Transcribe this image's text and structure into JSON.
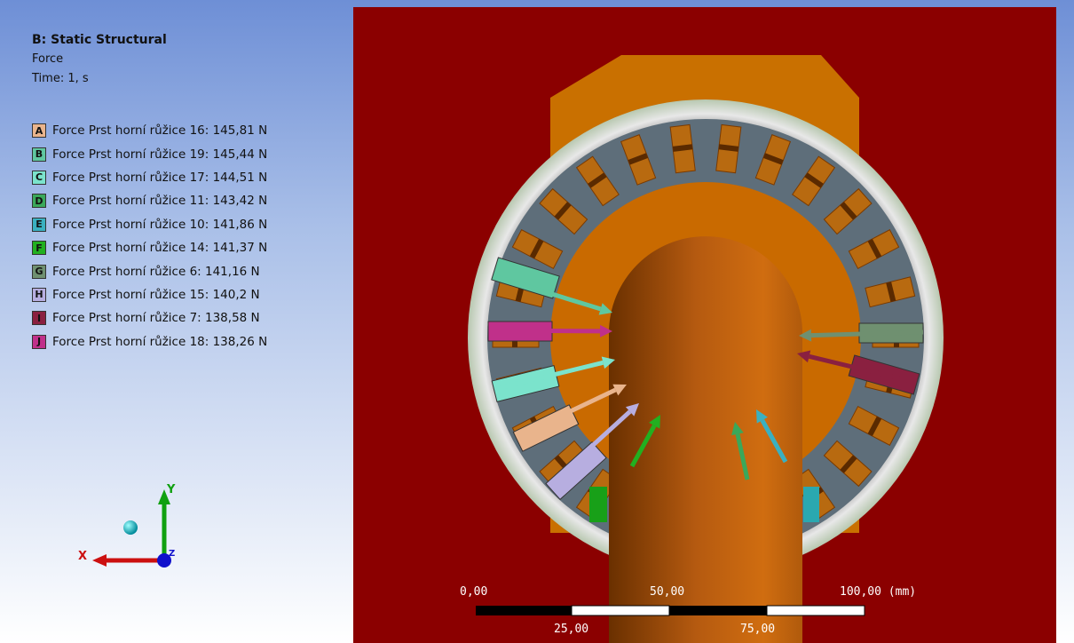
{
  "header": {
    "title": "B: Static Structural",
    "subtitle": "Force",
    "time": "Time: 1, s"
  },
  "legend": {
    "items": [
      {
        "key": "A",
        "label": "Force Prst horní růžice 16: 145,81 N",
        "color": "#e9b48c"
      },
      {
        "key": "B",
        "label": "Force Prst horní růžice 19: 145,44 N",
        "color": "#5fc7a0"
      },
      {
        "key": "C",
        "label": "Force Prst horní růžice 17: 144,51 N",
        "color": "#7be3cc"
      },
      {
        "key": "D",
        "label": "Force Prst horní růžice 11: 143,42 N",
        "color": "#3aa85a"
      },
      {
        "key": "E",
        "label": "Force Prst horní růžice 10: 141,86 N",
        "color": "#3ab0c0"
      },
      {
        "key": "F",
        "label": "Force Prst horní růžice 14: 141,37 N",
        "color": "#22b020"
      },
      {
        "key": "G",
        "label": "Force Prst horní růžice 6: 141,16 N",
        "color": "#6f9070"
      },
      {
        "key": "H",
        "label": "Force Prst horní růžice 15: 140,2 N",
        "color": "#b7aee0"
      },
      {
        "key": "I",
        "label": "Force Prst horní růžice 7: 138,58 N",
        "color": "#8a2040"
      },
      {
        "key": "J",
        "label": "Force Prst horní růžice 18: 138,26 N",
        "color": "#c0308a"
      }
    ]
  },
  "triad": {
    "x_label": "X",
    "y_label": "Y",
    "z_label": "Z",
    "x_color": "#cc1010",
    "y_color": "#10a010",
    "z_color": "#1010cc"
  },
  "scale_bar": {
    "top_labels": [
      "0,00",
      "50,00",
      "100,00 (mm)"
    ],
    "bottom_labels": [
      "25,00",
      "75,00"
    ]
  },
  "colors": {
    "background": "#8b0000",
    "plate": "#c97000",
    "ring": "#c8c8c8",
    "shaft": "#c66a10"
  }
}
